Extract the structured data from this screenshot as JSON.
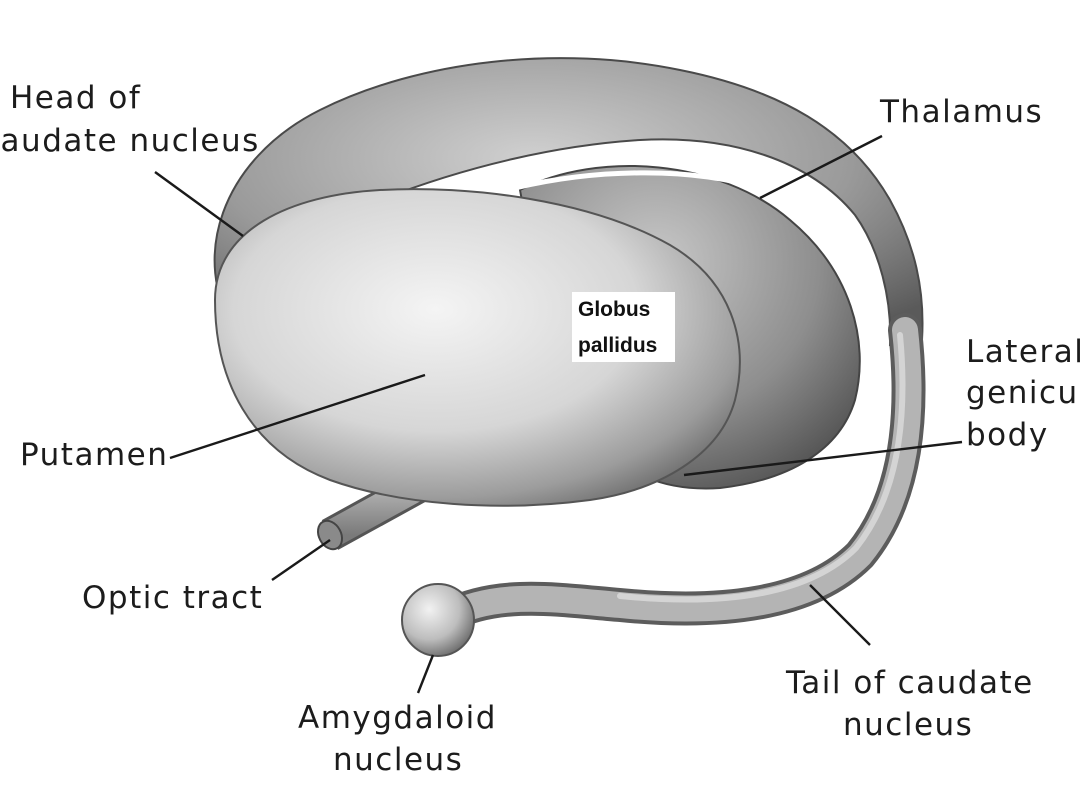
{
  "labels": {
    "head_caudate_line1": "Head  of",
    "head_caudate_line2": "caudate nucleus",
    "thalamus": "Thalamus",
    "globus_line1": "Globus",
    "globus_line2": "pallidus",
    "lateral_line1": "Lateral",
    "lateral_line2": "geniculate",
    "lateral_line3": "body",
    "putamen": "Putamen",
    "optic_tract": "Optic tract",
    "amygdaloid_line1": "Amygdaloid",
    "amygdaloid_line2": "nucleus",
    "tail_line1": "Tail of caudate",
    "tail_line2": "nucleus"
  }
}
